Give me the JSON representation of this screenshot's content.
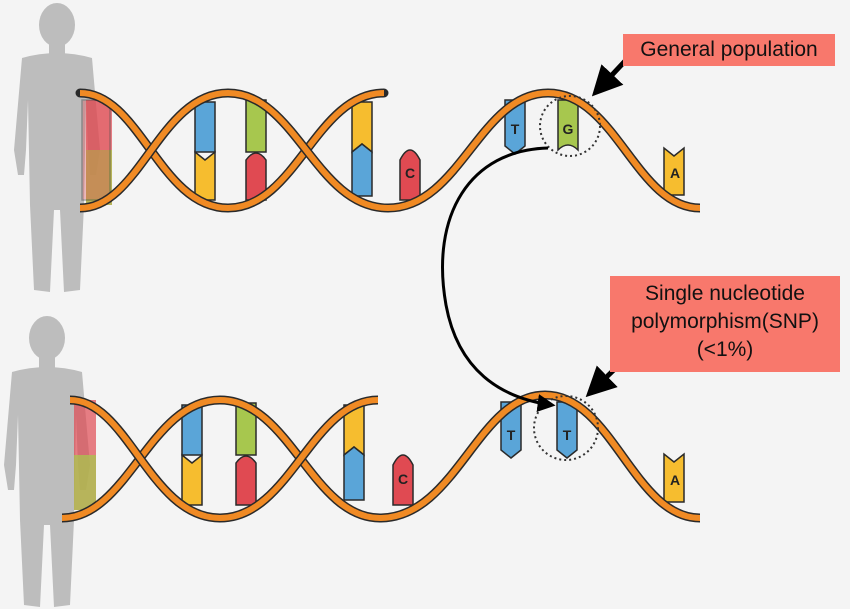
{
  "labels": {
    "general_population": "General population",
    "snp_line1": "Single nucleotide",
    "snp_line2": "polymorphism(SNP)",
    "snp_line3": "(<1%)"
  },
  "helix_top": {
    "bases": {
      "c": "C",
      "t": "T",
      "g": "G",
      "a": "A"
    }
  },
  "helix_bottom": {
    "bases": {
      "c": "C",
      "t1": "T",
      "t2": "T",
      "a": "A"
    }
  },
  "colors": {
    "background": "#f4f4f4",
    "strand": "#f08a24",
    "strand_outline": "#2a2a2a",
    "base_blue": "#5aa5d8",
    "base_yellow": "#f6bd2f",
    "base_green": "#a7c74e",
    "base_red": "#e04a52",
    "label_fill": "#f8786c",
    "silhouette": "#bdbdbd"
  }
}
